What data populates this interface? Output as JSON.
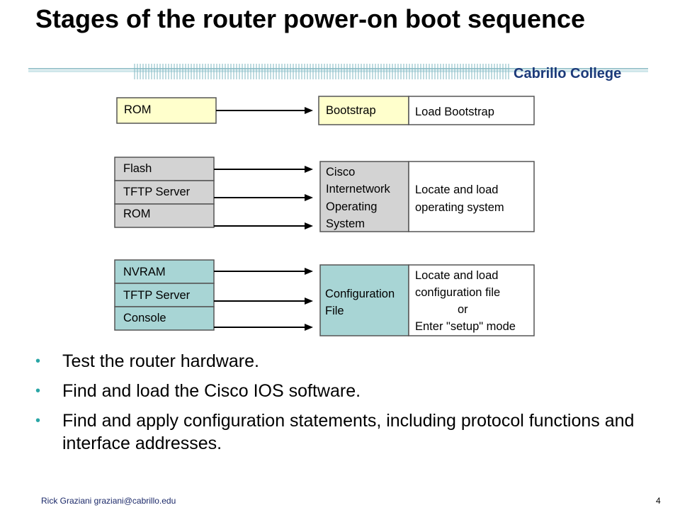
{
  "slide": {
    "title": "Stages of the router power-on boot sequence",
    "brand": "Cabrillo College"
  },
  "diagram": {
    "rom_group": {
      "source": "ROM",
      "target": "Bootstrap",
      "action": "Load Bootstrap"
    },
    "ios_group": {
      "sources": [
        "Flash",
        "TFTP Server",
        "ROM"
      ],
      "target_lines": [
        "Cisco",
        "Internetwork",
        "Operating",
        "System"
      ],
      "action_lines": [
        "Locate and load",
        "operating system"
      ]
    },
    "config_group": {
      "sources": [
        "NVRAM",
        "TFTP Server",
        "Console"
      ],
      "target_lines": [
        "Configuration",
        "File"
      ],
      "action_lines": [
        "Locate and load",
        "configuration file",
        "or",
        "Enter \"setup\" mode"
      ]
    }
  },
  "bullets": [
    "Test the router hardware.",
    "Find and load the Cisco IOS software.",
    "Find and apply configuration statements, including protocol functions and interface addresses."
  ],
  "footer": {
    "author": "Rick Graziani  graziani@cabrillo.edu",
    "page": "4"
  },
  "colors": {
    "rom": "#ffffcc",
    "ios": "#d3d3d3",
    "config": "#a8d5d5",
    "accent": "#2aa6a6",
    "brand": "#1c3a7a"
  }
}
